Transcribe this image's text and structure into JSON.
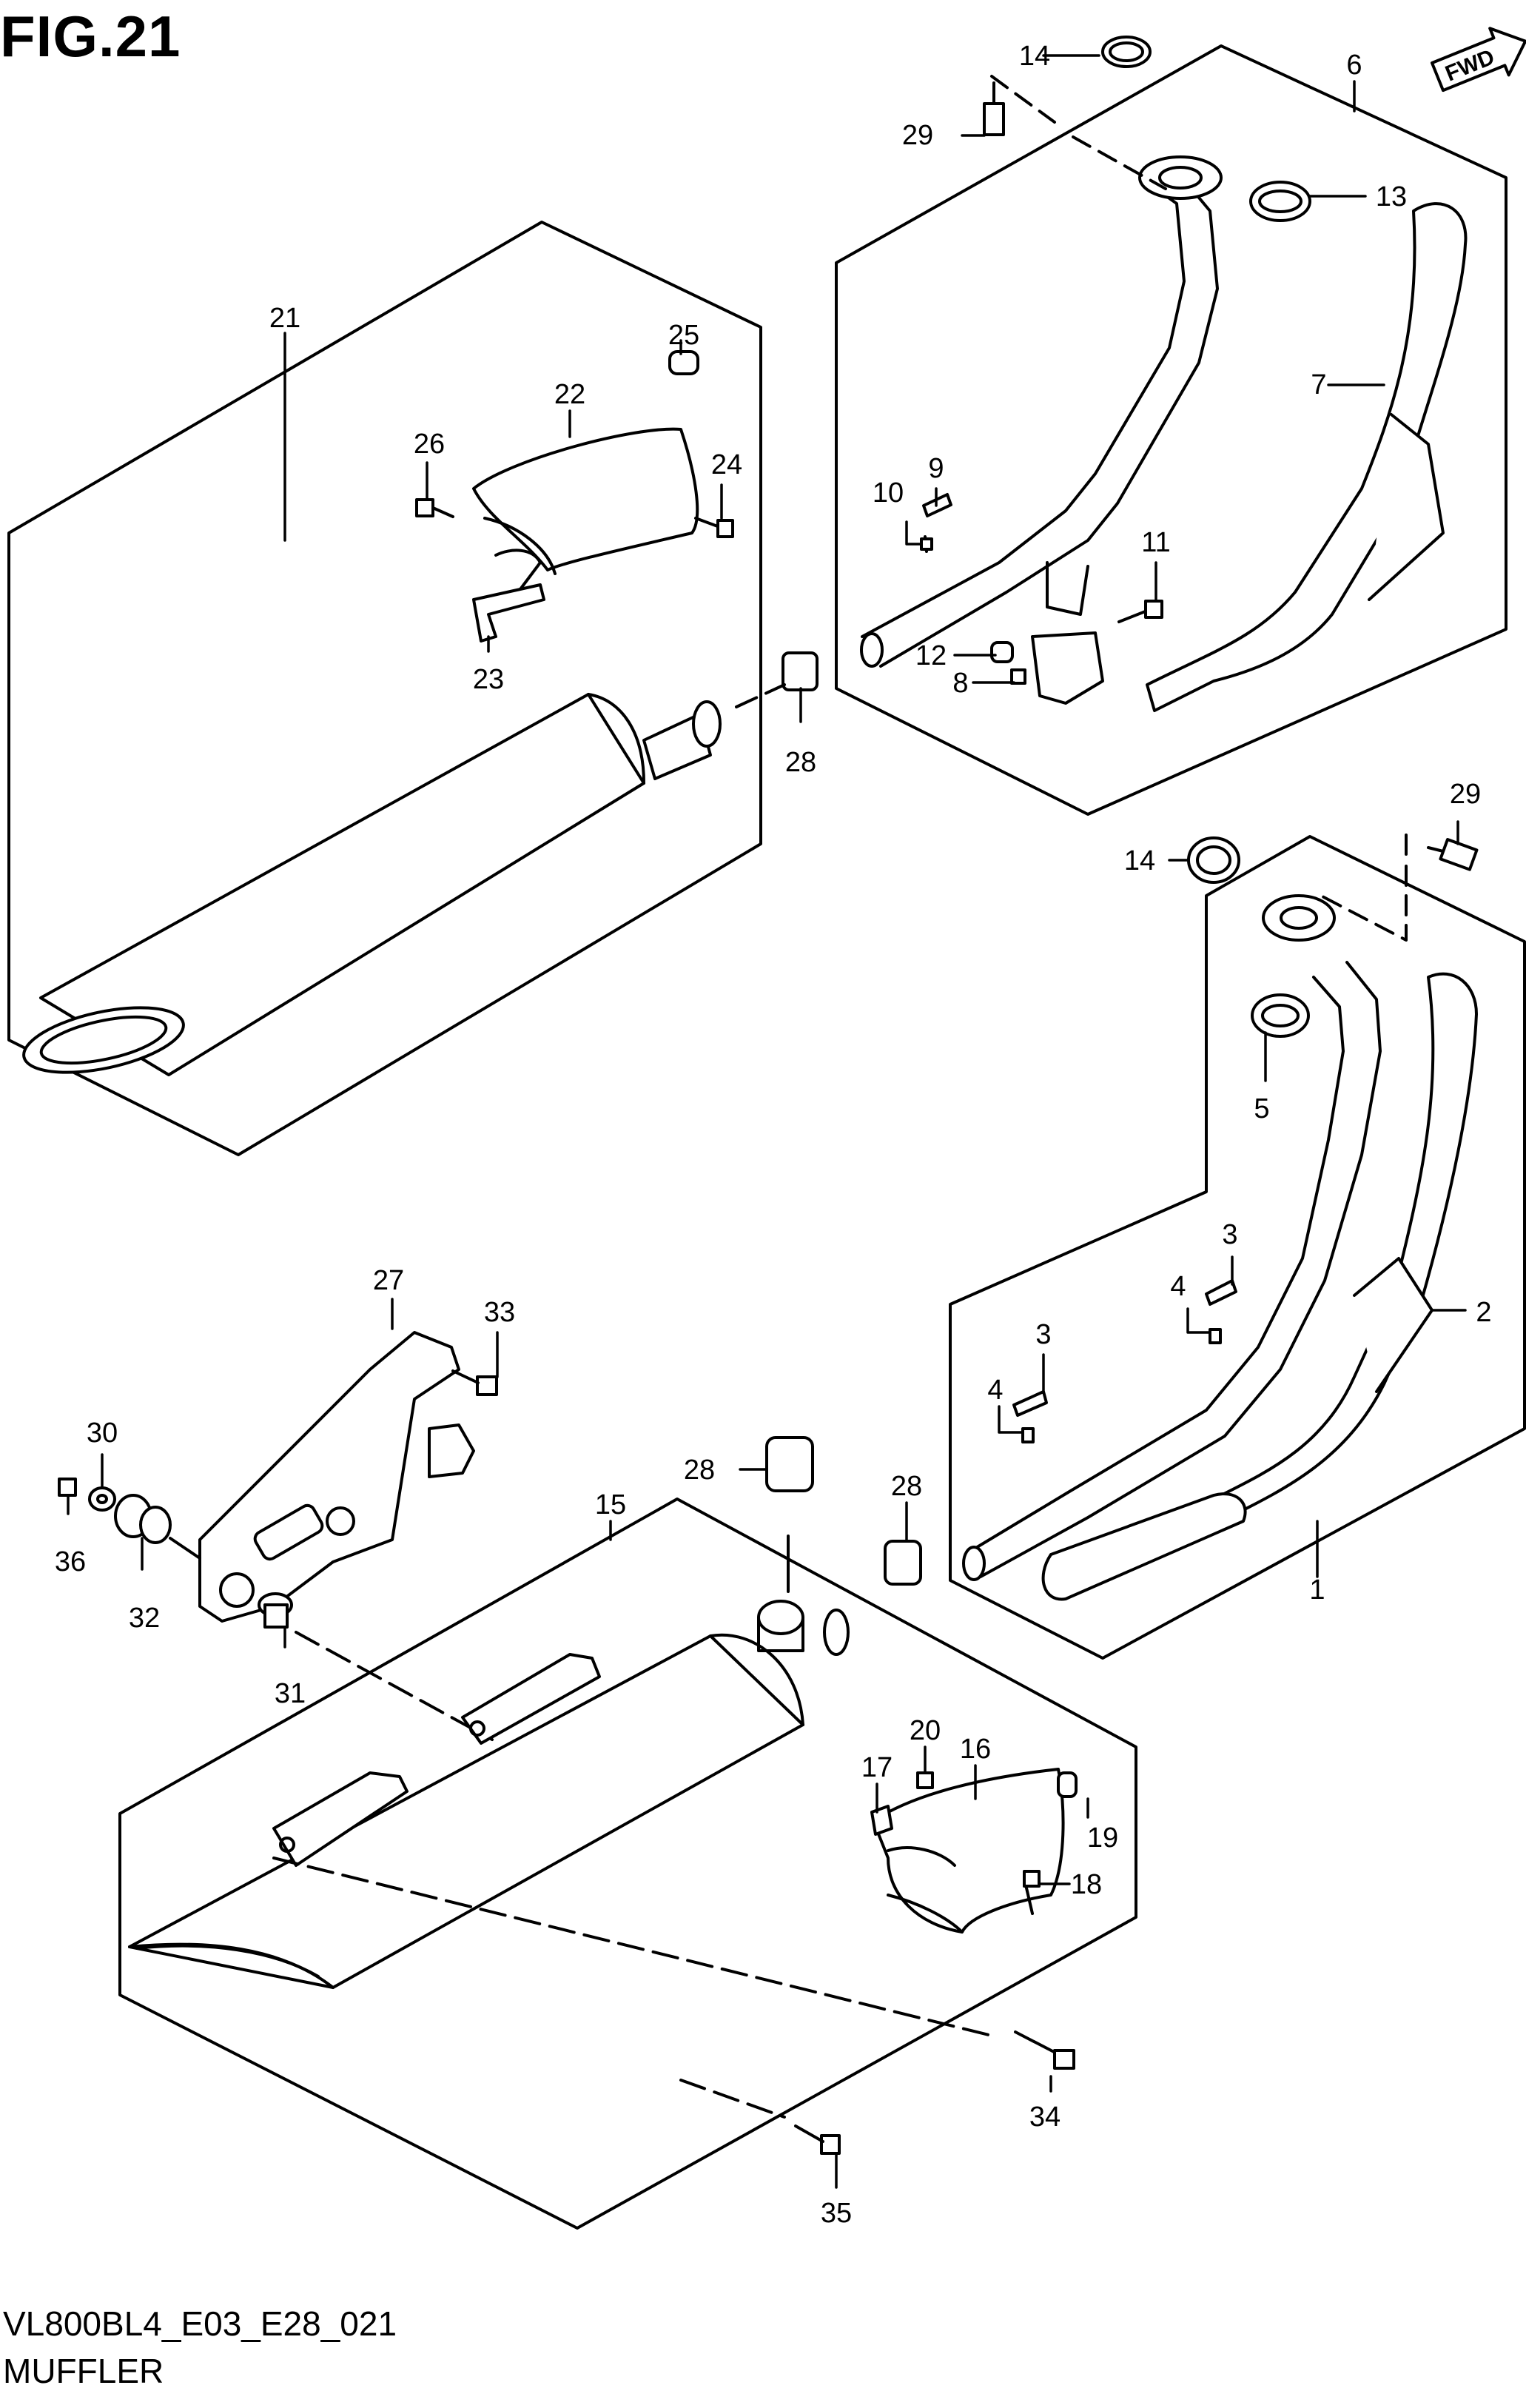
{
  "figure": {
    "title": "FIG.21",
    "code": "VL800BL4_E03_E28_021",
    "name": "MUFFLER",
    "fwd_label": "FWD"
  },
  "callouts": [
    "1",
    "2",
    "3",
    "3",
    "4",
    "4",
    "5",
    "6",
    "7",
    "8",
    "9",
    "10",
    "11",
    "12",
    "13",
    "14",
    "14",
    "15",
    "16",
    "17",
    "18",
    "19",
    "20",
    "21",
    "22",
    "23",
    "24",
    "25",
    "26",
    "27",
    "28",
    "28",
    "28",
    "29",
    "29",
    "30",
    "31",
    "32",
    "33",
    "34",
    "35",
    "36"
  ],
  "colors": {
    "ink": "#000000",
    "paper": "#ffffff"
  }
}
